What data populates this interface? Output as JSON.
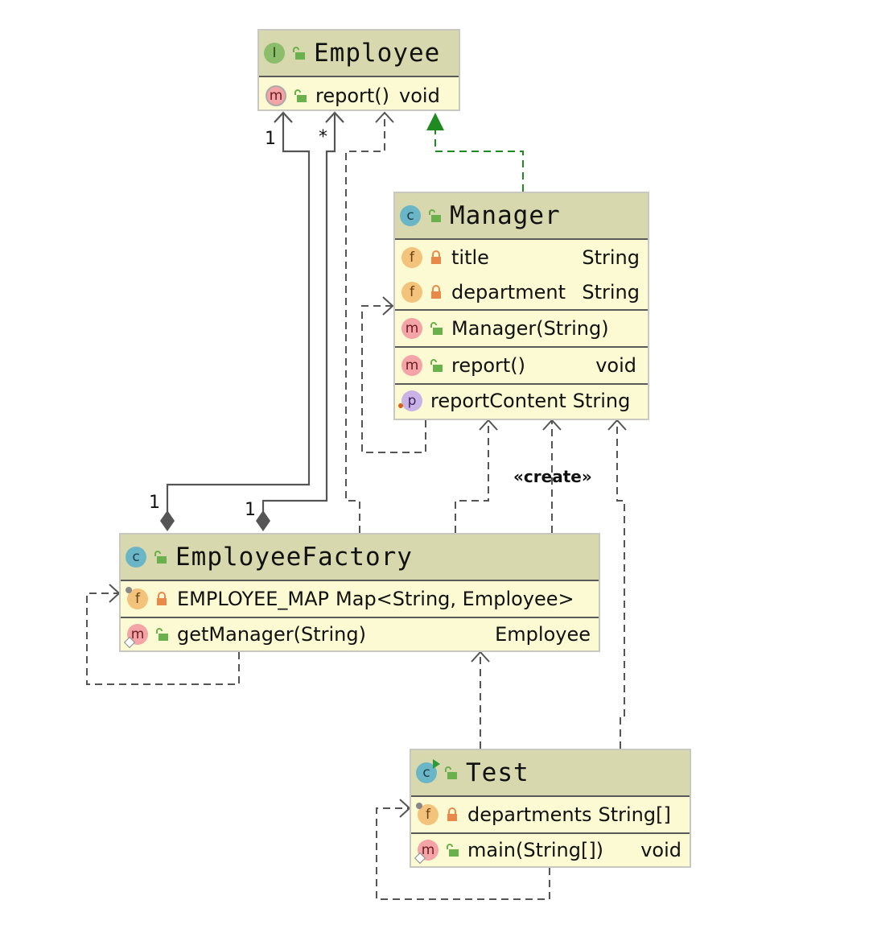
{
  "colors": {
    "header_bg": "#d8d8ae",
    "body_bg": "#fcfad2",
    "dependency_line": "#555555",
    "realization_line": "#1f8a1f"
  },
  "classes": {
    "employee": {
      "kind": "interface",
      "kind_letter": "I",
      "name": "Employee",
      "members": [
        {
          "badge": "m",
          "abstract": true,
          "name": "report()",
          "type": "void"
        }
      ]
    },
    "manager": {
      "kind": "class",
      "kind_letter": "c",
      "name": "Manager",
      "members": [
        {
          "badge": "f",
          "name": "title",
          "type": "String"
        },
        {
          "badge": "f",
          "name": "department",
          "type": "String"
        },
        {
          "badge": "m",
          "name": "Manager(String)",
          "type": ""
        },
        {
          "badge": "m",
          "name": "report()",
          "type": "void"
        },
        {
          "badge": "p",
          "name": "reportContent",
          "type": "String"
        }
      ]
    },
    "employee_factory": {
      "kind": "class",
      "kind_letter": "c",
      "name": "EmployeeFactory",
      "members": [
        {
          "badge": "f",
          "static": true,
          "name": "EMPLOYEE_MAP",
          "type": "Map<String, Employee>"
        },
        {
          "badge": "m",
          "static": true,
          "name": "getManager(String)",
          "type": "Employee"
        }
      ]
    },
    "test": {
      "kind": "class",
      "kind_letter": "c",
      "name": "Test",
      "members": [
        {
          "badge": "f",
          "static": true,
          "name": "departments",
          "type": "String[]"
        },
        {
          "badge": "m",
          "static": true,
          "name": "main(String[])",
          "type": "void"
        }
      ]
    }
  },
  "relations": {
    "composition_left_target_mult": "1",
    "composition_left_source_mult": "1",
    "composition_right_target_mult": "*",
    "composition_right_source_mult": "1",
    "create_label": "«create»"
  }
}
